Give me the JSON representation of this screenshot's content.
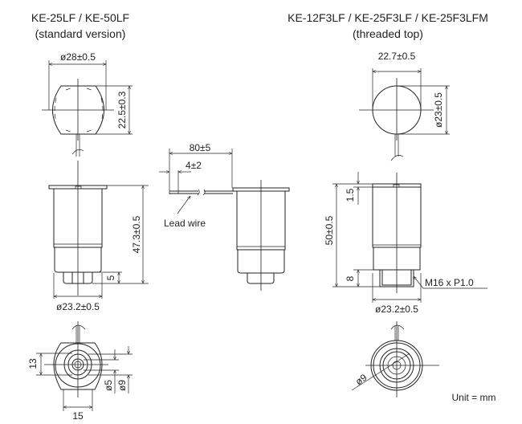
{
  "left": {
    "title": "KE-25LF / KE-50LF",
    "subtitle": "(standard version)",
    "dims": {
      "top_diameter": "ø28±0.5",
      "top_height": "22.5±0.3",
      "length": "47.3±0.5",
      "tip": "5",
      "body_diameter": "ø23.2±0.5",
      "bottom_13": "13",
      "bottom_d5": "ø5",
      "bottom_d9": "ø9",
      "bottom_15": "15"
    }
  },
  "middle": {
    "lead_length": "80±5",
    "strip_length": "4±2",
    "lead_label": "Lead wire"
  },
  "right": {
    "title": "KE-12F3LF / KE-25F3LF / KE-25F3LFM",
    "subtitle": "(threaded top)",
    "dims": {
      "top_width": "22.7±0.5",
      "top_diameter": "ø23±0.5",
      "flange": "1.5",
      "length": "50±0.5",
      "thread_length": "8",
      "thread": "M16 x P1.0",
      "body_diameter": "ø23.2±0.5",
      "bottom_d9": "ø9"
    }
  },
  "unit_label": "Unit = mm"
}
